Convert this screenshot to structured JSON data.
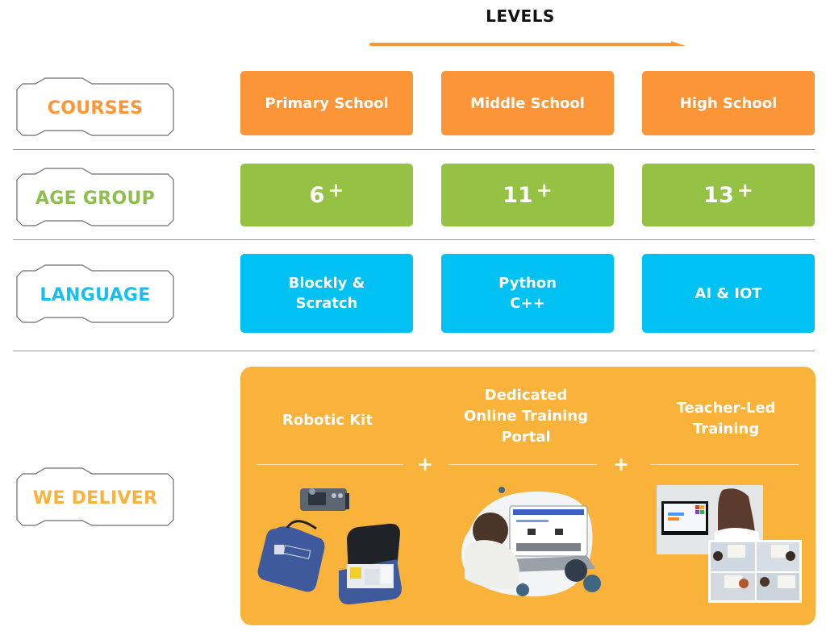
{
  "header": {
    "title": "LEVELS",
    "arrow_color": "#fc9537"
  },
  "row_labels": [
    {
      "label": "COURSES",
      "color": "#fc9537"
    },
    {
      "label": "AGE GROUP",
      "color": "#8cc04b"
    },
    {
      "label": "LANGUAGE",
      "color": "#18bfee"
    },
    {
      "label": "WE DELIVER",
      "color": "#f9b23a"
    }
  ],
  "courses": [
    "Primary School",
    "Middle School",
    "High School"
  ],
  "age_groups": [
    {
      "age": "6",
      "suffix": "+"
    },
    {
      "age": "11",
      "suffix": "+"
    },
    {
      "age": "13",
      "suffix": "+"
    }
  ],
  "languages": [
    {
      "line1": "Blockly &",
      "line2": "Scratch"
    },
    {
      "line1": "Python",
      "line2": "C++"
    },
    {
      "line1": "AI & IOT",
      "line2": ""
    }
  ],
  "deliver": {
    "items": [
      {
        "lines": [
          "Robotic Kit"
        ]
      },
      {
        "lines": [
          "Dedicated",
          "Online Training",
          "Portal"
        ]
      },
      {
        "lines": [
          "Teacher-Led",
          "Training"
        ]
      }
    ],
    "separator": "+",
    "images": [
      "robotic-kit-carry-case-image",
      "child-online-portal-image",
      "teacher-led-classroom-image"
    ]
  },
  "colors": {
    "orange": "#fc9537",
    "green": "#95c244",
    "blue": "#00c1f2",
    "panel": "#f9b23a"
  }
}
